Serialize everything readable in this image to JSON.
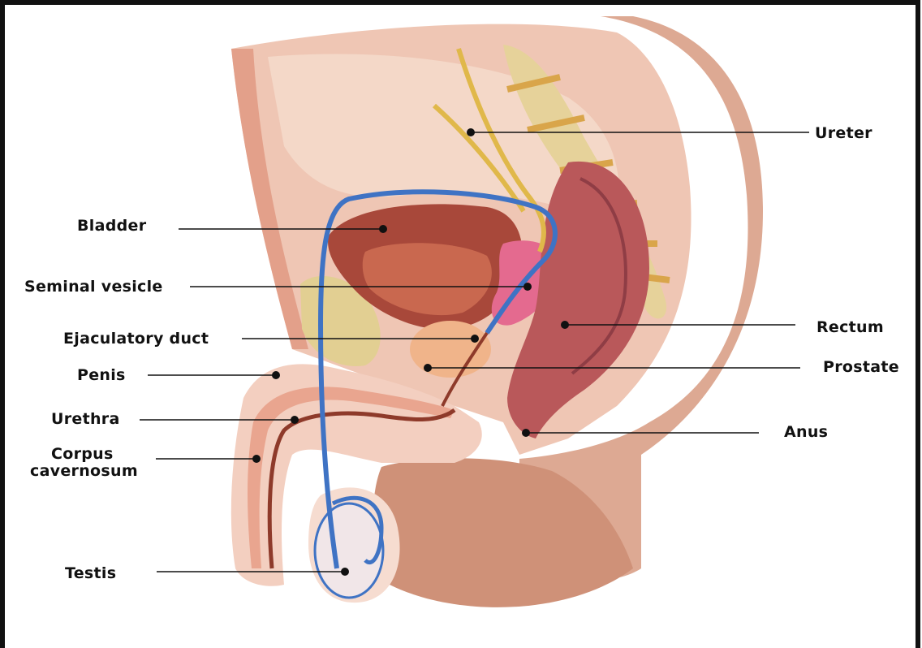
{
  "labels": {
    "ureter": "Ureter",
    "bladder": "Bladder",
    "seminal_vesicle": "Seminal vesicle",
    "ejaculatory_duct": "Ejaculatory duct",
    "penis": "Penis",
    "urethra": "Urethra",
    "corpus_line1": "Corpus",
    "corpus_line2": "cavernosum",
    "testis": "Testis",
    "rectum": "Rectum",
    "prostate": "Prostate",
    "anus": "Anus"
  },
  "colors": {
    "border": "#111111",
    "skin": "#f2c9b8",
    "muscle": "#c98467",
    "bladder": "#a8483a",
    "rectum": "#b9585a",
    "vas_deferens": "#3f73c4",
    "ureter": "#e0b84a",
    "bone": "#e8d49a",
    "prostate": "#f0b48a",
    "seminal_vesicle": "#e46a8f"
  }
}
